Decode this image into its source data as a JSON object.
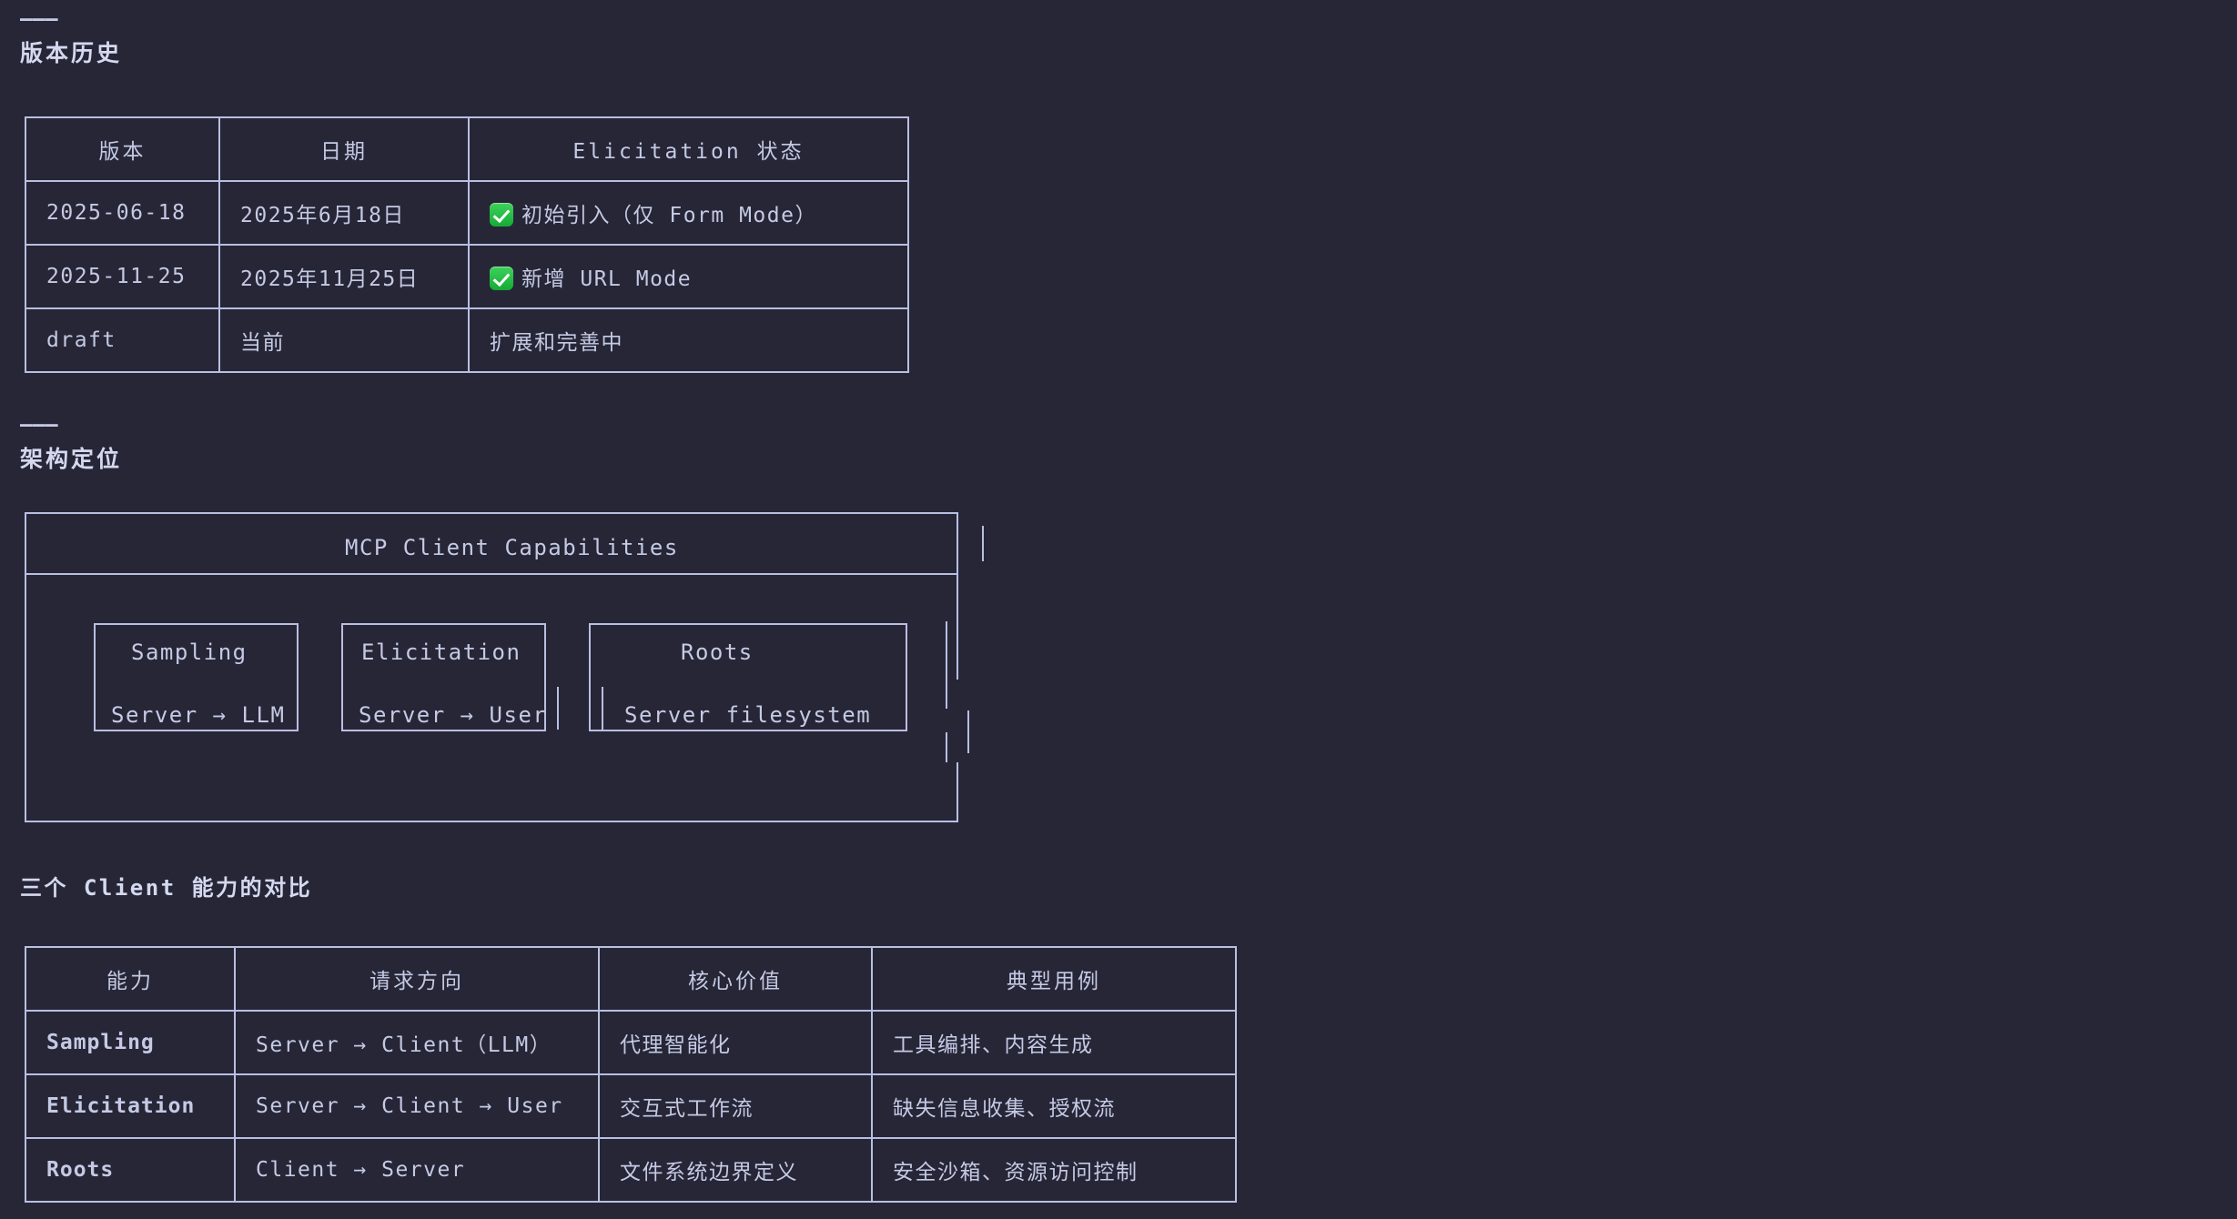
{
  "sections": {
    "version_history": {
      "rule": "———",
      "heading": "版本历史",
      "table": {
        "headers": [
          "版本",
          "日期",
          "Elicitation 状态"
        ],
        "rows": [
          {
            "version": "2025-06-18",
            "date": "2025年6月18日",
            "status": "初始引入（仅 Form Mode）",
            "has_check": true
          },
          {
            "version": "2025-11-25",
            "date": "2025年11月25日",
            "status": "新增 URL Mode",
            "has_check": true
          },
          {
            "version": "draft",
            "date": "当前",
            "status": "扩展和完善中",
            "has_check": false
          }
        ]
      }
    },
    "architecture": {
      "rule": "———",
      "heading": "架构定位",
      "diagram": {
        "title": "MCP Client Capabilities",
        "boxes": [
          {
            "name": "Sampling",
            "flow": "Server → LLM"
          },
          {
            "name": "Elicitation",
            "flow": "Server → User"
          },
          {
            "name": "Roots",
            "flow": "Server filesystem"
          }
        ]
      }
    },
    "comparison": {
      "heading": "三个 Client 能力的对比",
      "table": {
        "headers": [
          "能力",
          "请求方向",
          "核心价值",
          "典型用例"
        ],
        "rows": [
          {
            "capability": "Sampling",
            "direction": "Server → Client（LLM）",
            "value": "代理智能化",
            "use_case": "工具编排、内容生成"
          },
          {
            "capability": "Elicitation",
            "direction": "Server → Client → User",
            "value": "交互式工作流",
            "use_case": "缺失信息收集、授权流"
          },
          {
            "capability": "Roots",
            "direction": "Client → Server",
            "value": "文件系统边界定义",
            "use_case": "安全沙箱、资源访问控制"
          }
        ]
      }
    }
  },
  "colors": {
    "background": "#262637",
    "text": "#c5cae4",
    "border": "#b9bfe0",
    "check_green": "#23c246"
  }
}
